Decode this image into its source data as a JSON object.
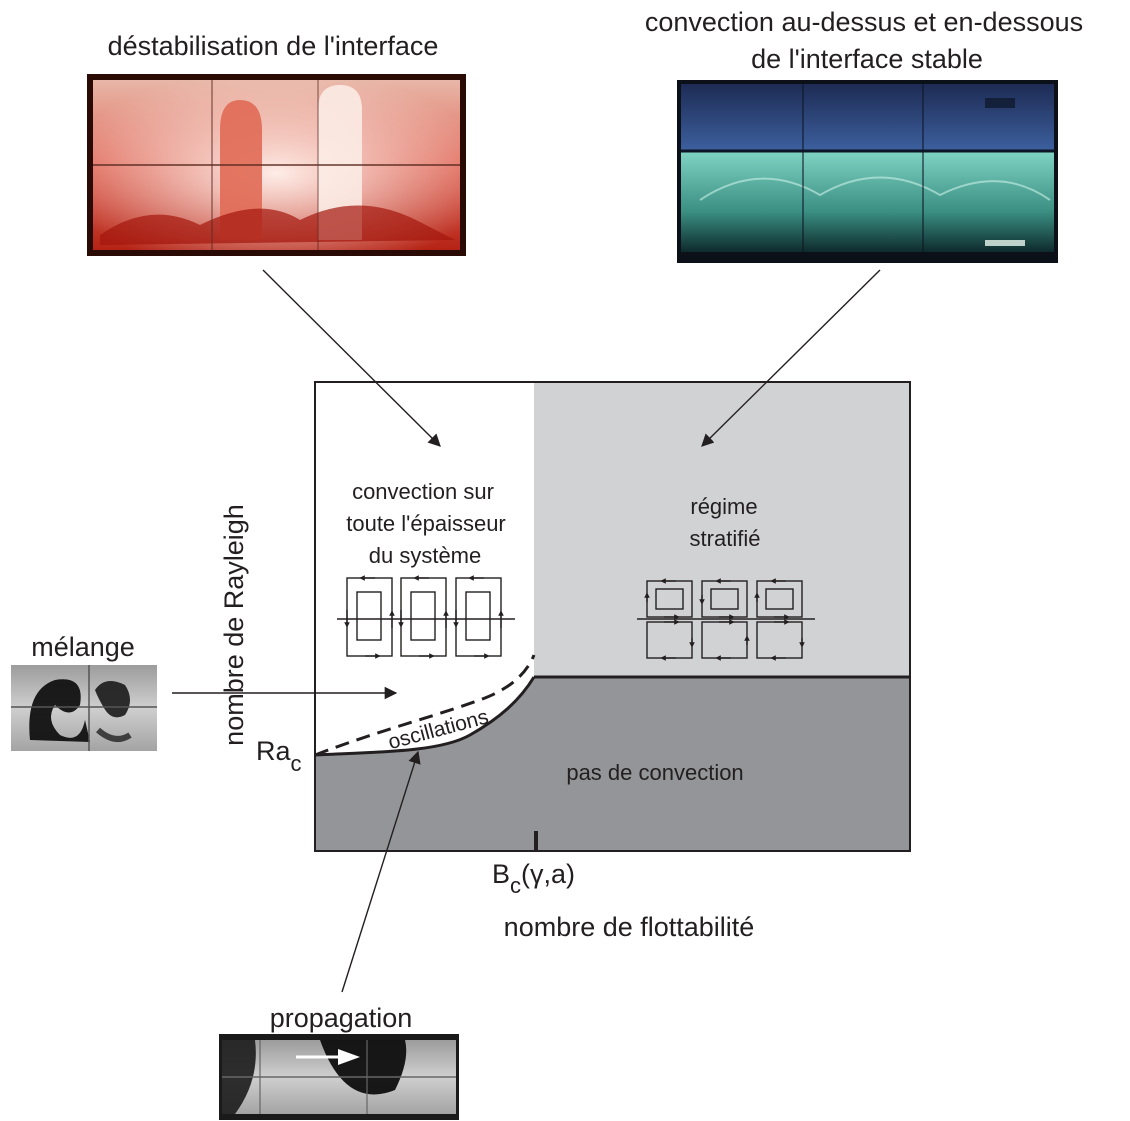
{
  "photos": {
    "top_left": {
      "caption": "déstabilisation de l'interface"
    },
    "top_right": {
      "caption_line1": "convection au-dessus et en-dessous",
      "caption_line2": "de l'interface stable"
    },
    "left": {
      "caption": "mélange"
    },
    "bottom": {
      "caption": "propagation"
    }
  },
  "diagram": {
    "regions": {
      "full_convection": {
        "line1": "convection sur",
        "line2": "toute l'épaisseur",
        "line3": "du système"
      },
      "stratified": {
        "line1": "régime",
        "line2": "stratifié"
      },
      "no_convection": {
        "label": "pas de convection"
      },
      "oscillations": {
        "label": "oscillations"
      }
    },
    "y_axis_label": "nombre de Rayleigh",
    "x_axis_label": "nombre de flottabilité",
    "ra_c": {
      "main": "Ra",
      "sub": "c"
    },
    "b_c": {
      "main": "B",
      "sub": "c",
      "args": "(γ,a)"
    }
  },
  "colors": {
    "stratified_fill": "#d1d2d4",
    "no_convection_fill": "#939598",
    "line": "#231f20",
    "background": "#ffffff"
  }
}
